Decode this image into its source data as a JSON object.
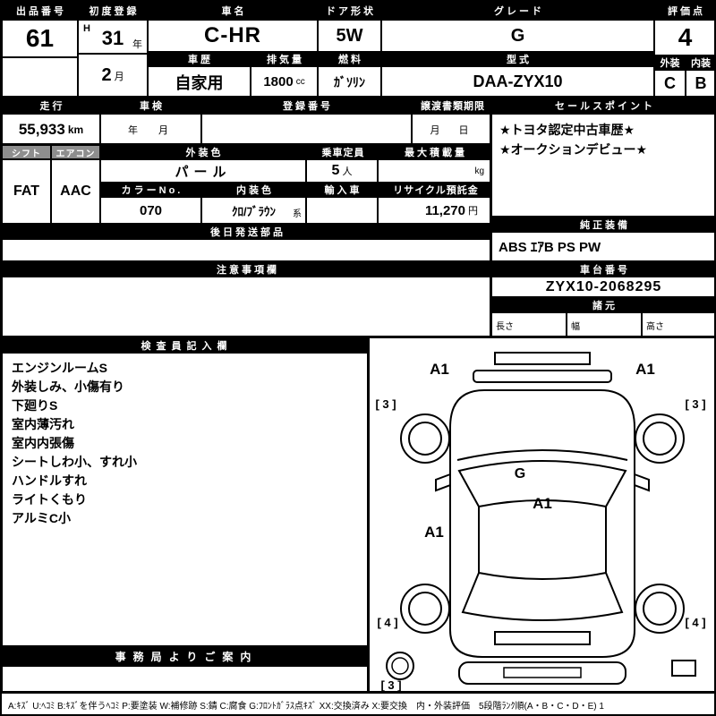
{
  "top": {
    "auction_no_label": "出品番号",
    "auction_no": "61",
    "first_reg_label": "初度登録",
    "first_reg_era": "H",
    "first_reg_year": "31",
    "first_reg_year_unit": "年",
    "first_reg_month": "2",
    "first_reg_month_unit": "月",
    "car_name_label": "車名",
    "car_name": "C-HR",
    "door_label": "ドア形状",
    "door": "5W",
    "grade_label": "グレード",
    "grade": "G",
    "score_label": "評価点",
    "score": "4",
    "history_label": "車歴",
    "history": "自家用",
    "displacement_label": "排気量",
    "displacement": "1800",
    "displacement_unit": "cc",
    "fuel_label": "燃料",
    "fuel": "ｶﾞｿﾘﾝ",
    "model_label": "型式",
    "model": "DAA-ZYX10",
    "exterior_label": "外装",
    "interior_label": "内装",
    "exterior_grade": "C",
    "interior_grade": "B"
  },
  "reg": {
    "mileage_label": "走行",
    "mileage": "55,933",
    "mileage_unit": "km",
    "inspection_label": "車検",
    "inspection_placeholder": "年　月",
    "reg_no_label": "登録番号",
    "transfer_label": "譲渡書類期限",
    "transfer_placeholder": "月　日",
    "sales_label": "セールスポイント",
    "sales_points": [
      "★トヨタ認定中古車歴★",
      "★オークションデビュー★"
    ]
  },
  "spec": {
    "shift_label": "シフト",
    "shift": "FAT",
    "aircon_label": "エアコン",
    "aircon": "AAC",
    "ext_color_label": "外装色",
    "ext_color": "パール",
    "capacity_label": "乗車定員",
    "capacity": "5",
    "capacity_unit": "人",
    "max_load_label": "最大積載量",
    "max_load_unit": "kg",
    "color_no_label": "カラーNo.",
    "color_no": "070",
    "int_color_label": "内装色",
    "int_color": "ｸﾛ/ﾌﾞﾗｳﾝ",
    "int_color_unit": "系",
    "import_label": "輸入車",
    "recycle_label": "リサイクル預託金",
    "recycle": "11,270",
    "recycle_unit": "円",
    "later_parts_label": "後日発送部品",
    "genuine_label": "純正装備",
    "genuine": "ABS ｴｱB PS PW"
  },
  "notes": {
    "notes_label": "注意事項欄",
    "chassis_label": "車台番号",
    "chassis": "ZYX10-2068295",
    "specs_label": "諸元",
    "length_label": "長さ",
    "width_label": "幅",
    "height_label": "高さ"
  },
  "inspector": {
    "header": "検査員記入欄",
    "lines": [
      "エンジンルームS",
      "外装しみ、小傷有り",
      "下廻りS",
      "室内薄汚れ",
      "室内内張傷",
      "シートしわ小、すれ小",
      "ハンドルすれ",
      "ライトくもり",
      "アルミC小"
    ]
  },
  "office": {
    "header": "事務局よりご案内"
  },
  "diagram": {
    "labels": {
      "top_left": "A1",
      "top_right": "A1",
      "left": "[ 3 ]",
      "right": "[ 3 ]",
      "windshield": "G",
      "roof": "A1",
      "side_left": "A1",
      "bottom_left": "[ 4 ]",
      "bottom_right": "[ 4 ]",
      "bottom": "[ 3 ]"
    }
  },
  "legend": "A:ｷｽﾞ U:ﾍｺﾐ B:ｷｽﾞを伴うﾍｺﾐ P:要塗装 W:補修跡 S:錆 C:腐食 G:ﾌﾛﾝﾄｶﾞﾗｽ点ｷｽﾞ XX:交換済み X:要交換　内・外装評価　5段階ﾗﾝｸ順(A・B・C・D・E) 1"
}
